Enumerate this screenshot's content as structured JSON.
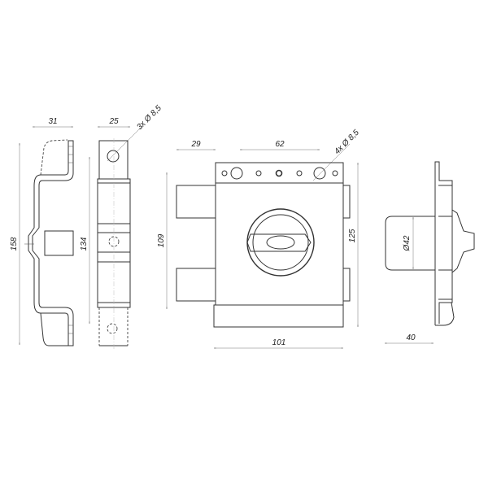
{
  "drawing": {
    "side_view_1": {
      "height_label": "158",
      "width_label": "31"
    },
    "side_view_2": {
      "width_label": "25",
      "hole_note": "3x  Ø 8,5",
      "spacing_label": "134"
    },
    "front_view": {
      "left_label": "29",
      "hole_spacing_label": "62",
      "hole_note": "4x  Ø 8,5",
      "bolt_span_label": "109",
      "height_label": "125",
      "width_label": "101"
    },
    "side_view_3": {
      "diameter_label": "Ø42",
      "depth_label": "40"
    }
  },
  "colors": {
    "line": "#333333",
    "dimension": "#777777"
  }
}
